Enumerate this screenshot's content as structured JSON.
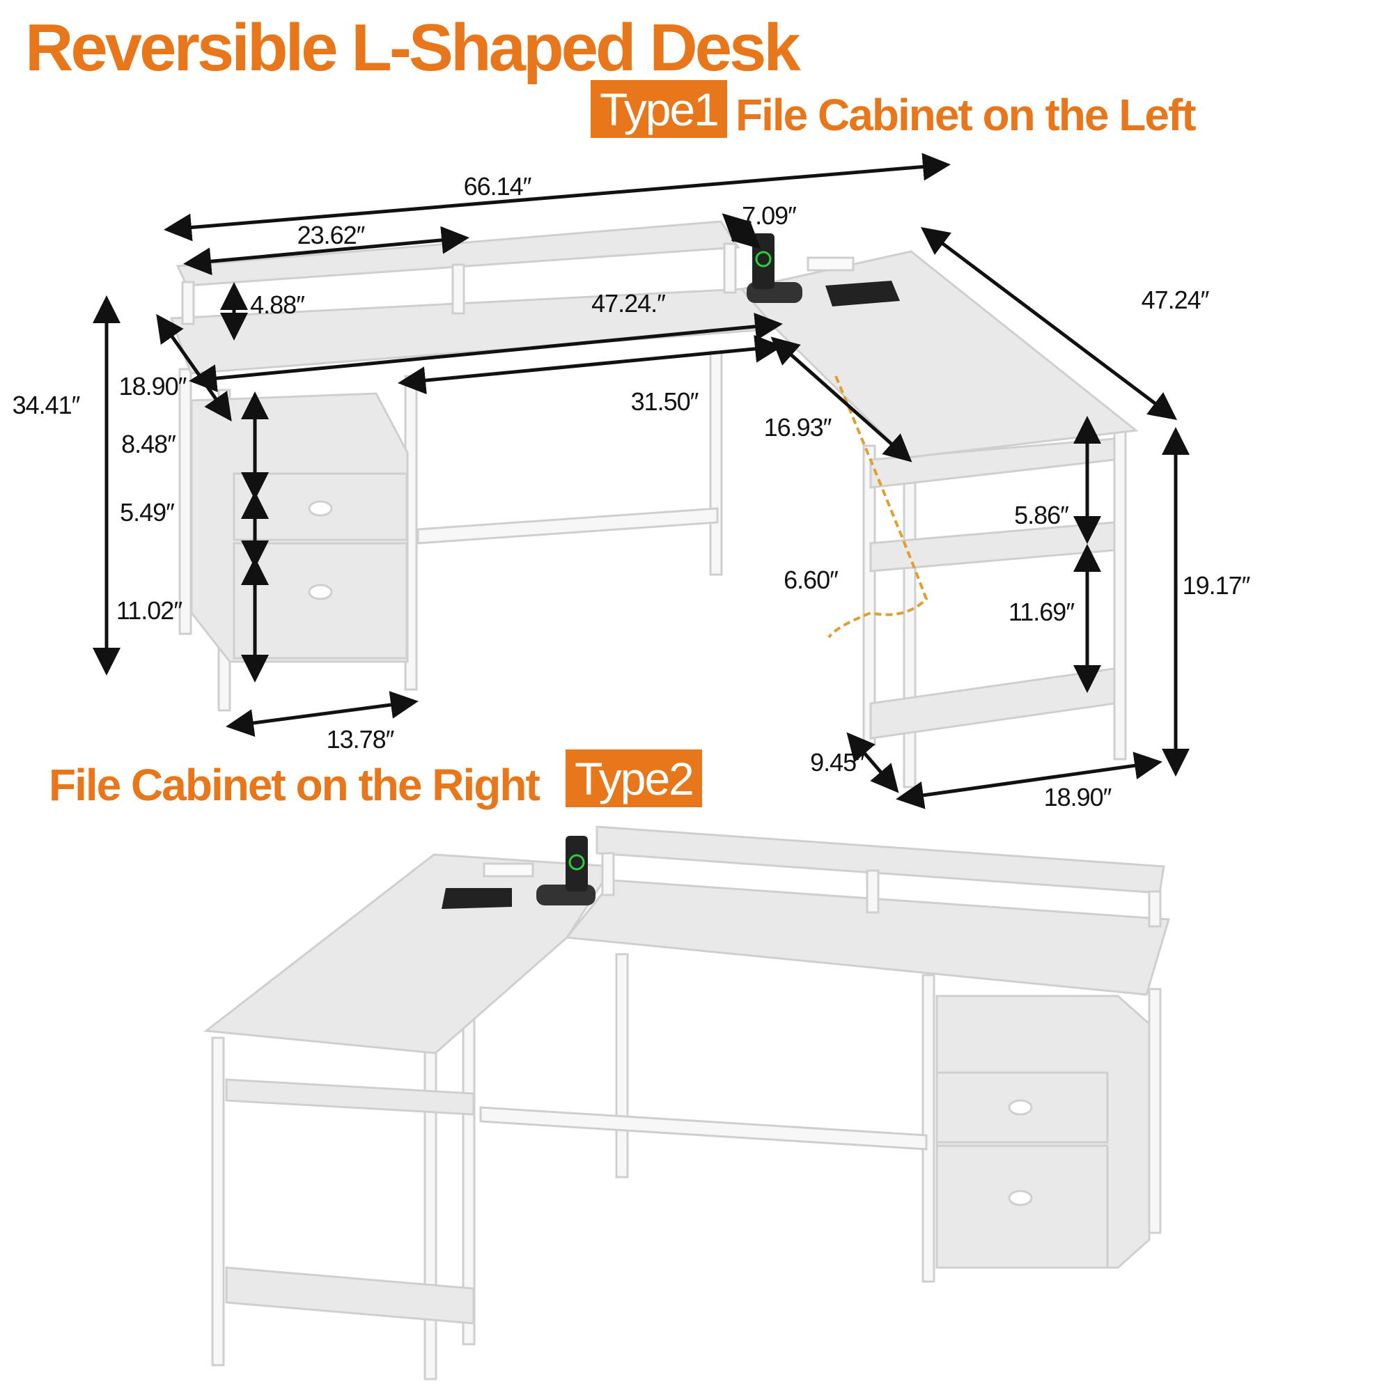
{
  "title": "Reversible L-Shaped Desk",
  "type1": {
    "badge": "Type1",
    "caption": "File Cabinet on the Left"
  },
  "type2": {
    "badge": "Type2",
    "caption": "File Cabinet on the Right"
  },
  "colors": {
    "accent": "#E8761A",
    "desk": "#E9E9E9",
    "frame": "#F7F7F7",
    "arrow": "#111111"
  },
  "dimensions": {
    "overall_width": "66.14″",
    "hutch_width": "23.62″",
    "hutch_depth": "7.09″",
    "hutch_height": "4.88″",
    "main_desk_length": "47.24.″",
    "side_desk_length": "47.24″",
    "total_height": "34.41″",
    "main_depth": "18.90″",
    "leg_space": "31.50″",
    "side_width": "16.93″",
    "open_shelf_height": "8.48″",
    "drawer_height": "5.49″",
    "shelf_gap_top": "5.86″",
    "cable_gap": "6.60″",
    "shelf_gap_bottom": "11.69″",
    "shelf_unit_height": "19.17″",
    "file_drawer_height": "11.02″",
    "cabinet_width": "13.78″",
    "shelf_depth": "9.45″",
    "shelf_unit_width": "18.90″"
  }
}
